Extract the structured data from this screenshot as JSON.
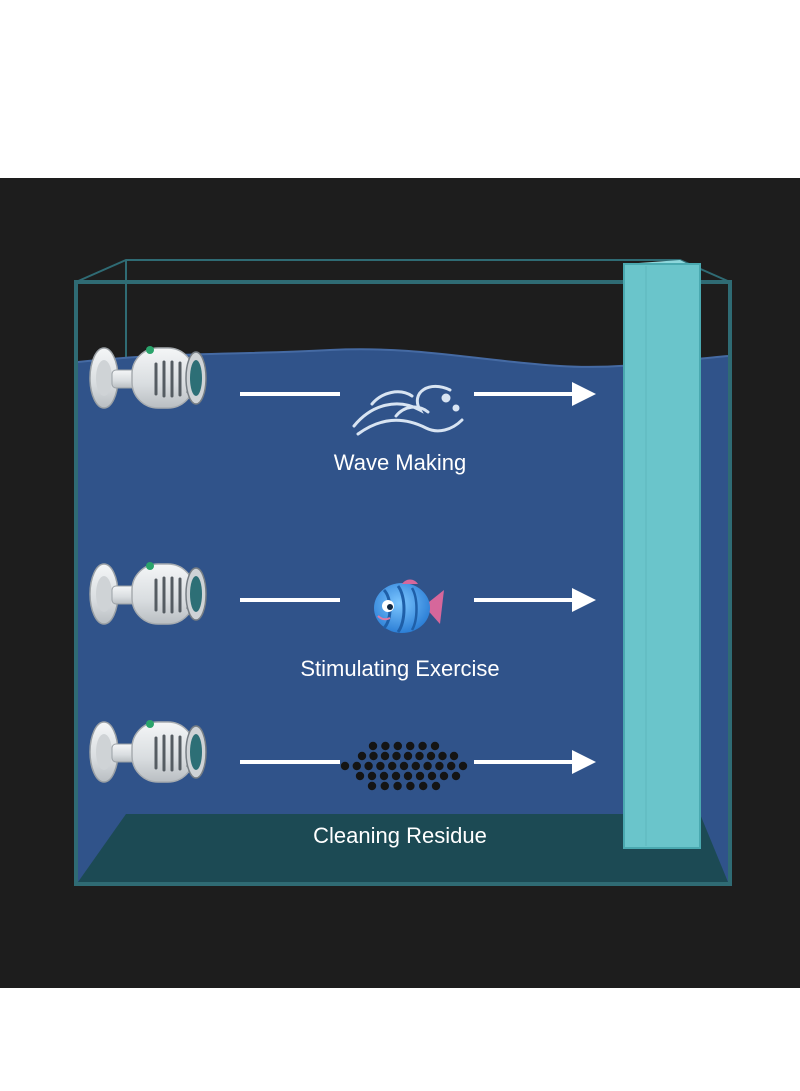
{
  "labels": {
    "wave": "Wave Making",
    "exercise": "Stimulating Exercise",
    "residue": "Cleaning Residue"
  },
  "colors": {
    "page_background": "#ffffff",
    "scene_background": "#1d1d1d",
    "water": "#30538a",
    "tank_floor": "#1c4a54",
    "glass_edge": "#2f6b74",
    "side_panel": "#6ac5cb",
    "arrow": "#ffffff",
    "pump_body": "#e8eaec",
    "fish": "#4aa0e8"
  },
  "icons": [
    "wave-pump-icon",
    "ocean-wave-icon",
    "fish-icon",
    "debris-particles-icon",
    "arrow-right-icon"
  ]
}
